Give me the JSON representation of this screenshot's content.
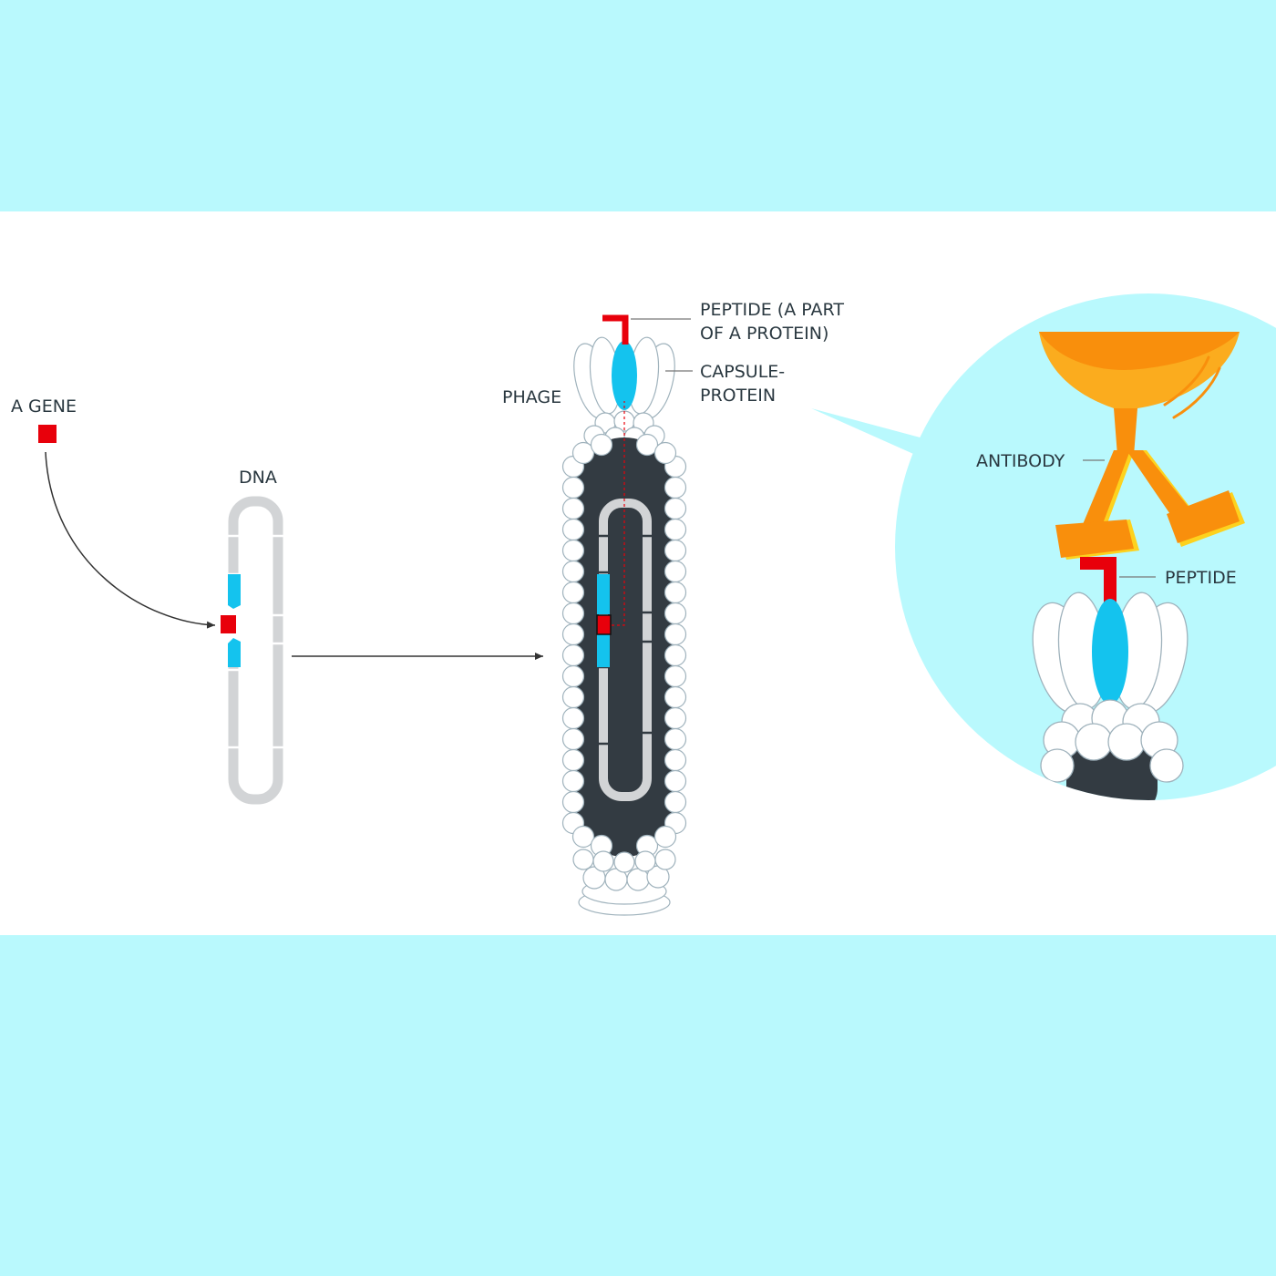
{
  "labels": {
    "gene": "A GENE",
    "dna": "DNA",
    "phage": "PHAGE",
    "peptide_line1": "PEPTIDE (A PART",
    "peptide_line2": "OF A PROTEIN)",
    "capsule_line1": "CAPSULE-",
    "capsule_line2": "PROTEIN",
    "antibody": "ANTIBODY",
    "peptide_zoom": "PEPTIDE"
  },
  "colors": {
    "background": "#b9f9fd",
    "panel": "#ffffff",
    "gene_red": "#e8000b",
    "dna_grey": "#d2d4d6",
    "insert_cyan": "#14c3ee",
    "phage_dark": "#333b42",
    "antibody_orange": "#f98f0c",
    "antibody_yellow": "#fdd21e",
    "text": "#2a3840"
  }
}
